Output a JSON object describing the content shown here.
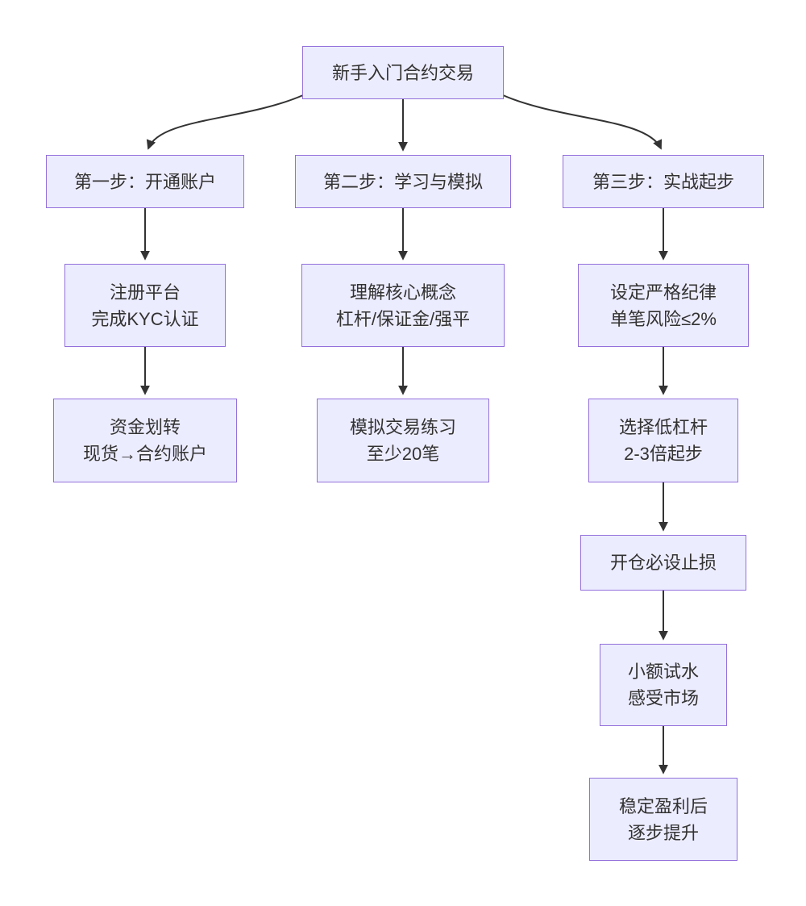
{
  "diagram": {
    "type": "flowchart",
    "direction": "top-down",
    "colors": {
      "node_fill": "#ECECFF",
      "node_border": "#9370DB",
      "edge": "#333333",
      "text": "#333333",
      "background": "#FFFFFF"
    },
    "nodes": {
      "root": {
        "label": "新手入门合约交易"
      },
      "step1": {
        "label": "第一步：开通账户"
      },
      "step2": {
        "label": "第二步：学习与模拟"
      },
      "step3": {
        "label": "第三步：实战起步"
      },
      "register": {
        "line1": "注册平台",
        "line2": "完成KYC认证"
      },
      "transfer": {
        "line1": "资金划转",
        "line2": "现货→合约账户"
      },
      "concepts": {
        "line1": "理解核心概念",
        "line2": "杠杆/保证金/强平"
      },
      "practice": {
        "line1": "模拟交易练习",
        "line2": "至少20笔"
      },
      "discipline": {
        "line1": "设定严格纪律",
        "line2": "单笔风险≤2%"
      },
      "leverage": {
        "line1": "选择低杠杆",
        "line2": "2-3倍起步"
      },
      "stoploss": {
        "label": "开仓必设止损"
      },
      "smalltest": {
        "line1": "小额试水",
        "line2": "感受市场"
      },
      "scaleup": {
        "line1": "稳定盈利后",
        "line2": "逐步提升"
      }
    },
    "edges": [
      {
        "from": "root",
        "to": "step1"
      },
      {
        "from": "root",
        "to": "step2"
      },
      {
        "from": "root",
        "to": "step3"
      },
      {
        "from": "step1",
        "to": "register"
      },
      {
        "from": "register",
        "to": "transfer"
      },
      {
        "from": "step2",
        "to": "concepts"
      },
      {
        "from": "concepts",
        "to": "practice"
      },
      {
        "from": "step3",
        "to": "discipline"
      },
      {
        "from": "discipline",
        "to": "leverage"
      },
      {
        "from": "leverage",
        "to": "stoploss"
      },
      {
        "from": "stoploss",
        "to": "smalltest"
      },
      {
        "from": "smalltest",
        "to": "scaleup"
      }
    ]
  }
}
